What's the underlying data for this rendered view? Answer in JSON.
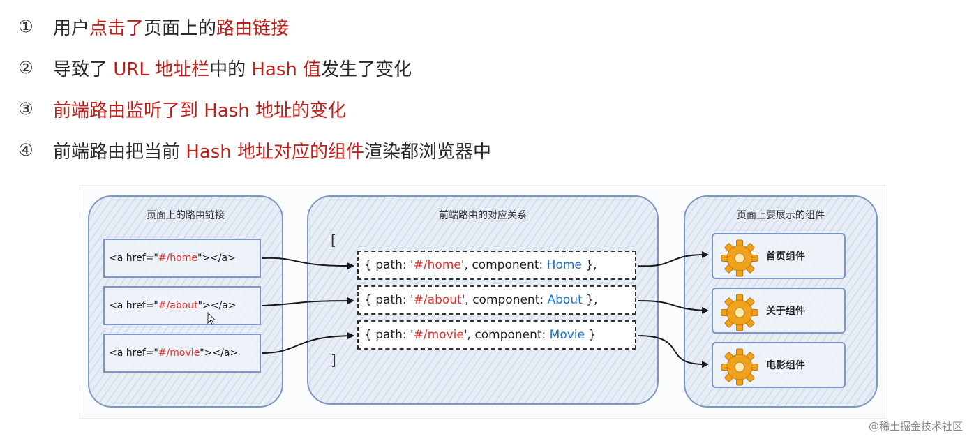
{
  "steps": [
    {
      "num": "①",
      "segments": [
        {
          "text": "用户",
          "style": "plain"
        },
        {
          "text": "点击了",
          "style": "red"
        },
        {
          "text": "页面上的",
          "style": "plain"
        },
        {
          "text": "路由链接",
          "style": "red"
        }
      ]
    },
    {
      "num": "②",
      "segments": [
        {
          "text": "导致了 ",
          "style": "plain"
        },
        {
          "text": "URL 地址栏",
          "style": "red"
        },
        {
          "text": "中的 ",
          "style": "plain"
        },
        {
          "text": "Hash 值",
          "style": "red"
        },
        {
          "text": "发生了变化",
          "style": "plain"
        }
      ]
    },
    {
      "num": "③",
      "segments": [
        {
          "text": "前端路由监听了到 Hash 地址的变化",
          "style": "red"
        }
      ]
    },
    {
      "num": "④",
      "segments": [
        {
          "text": "前端路由把当前 ",
          "style": "plain"
        },
        {
          "text": "Hash 地址对应的组件",
          "style": "red"
        },
        {
          "text": "渲染都浏览器中",
          "style": "plain"
        }
      ]
    }
  ],
  "panels": {
    "links_title": "页面上的路由链接",
    "routes_title": "前端路由的对应关系",
    "components_title": "页面上要展示的组件"
  },
  "links": [
    {
      "pre": "<a href=\"",
      "hash": "#/home",
      "post": "\"></a>"
    },
    {
      "pre": "<a href=\"",
      "hash": "#/about",
      "post": "\"></a>"
    },
    {
      "pre": "<a href=\"",
      "hash": "#/movie",
      "post": "\"></a>"
    }
  ],
  "routes": {
    "open_bracket": "[",
    "close_bracket": "]",
    "items": [
      {
        "p1": "{ path: '",
        "hash": "#/home",
        "p2": "', component: ",
        "comp": "Home",
        "p3": " },"
      },
      {
        "p1": "{ path: '",
        "hash": "#/about",
        "p2": "', component: ",
        "comp": "About",
        "p3": " },"
      },
      {
        "p1": "{ path: '",
        "hash": "#/movie",
        "p2": "', component: ",
        "comp": "Movie",
        "p3": " }"
      }
    ]
  },
  "components": [
    {
      "label": "首页组件",
      "icon": "gear-icon"
    },
    {
      "label": "关于组件",
      "icon": "gear-icon"
    },
    {
      "label": "电影组件",
      "icon": "gear-icon"
    }
  ],
  "watermark": "@稀土掘金技术社区",
  "colors": {
    "red": "#c0201a",
    "hash": "#e0302a",
    "component": "#1a73d1",
    "panel_border": "#7d96c3"
  }
}
